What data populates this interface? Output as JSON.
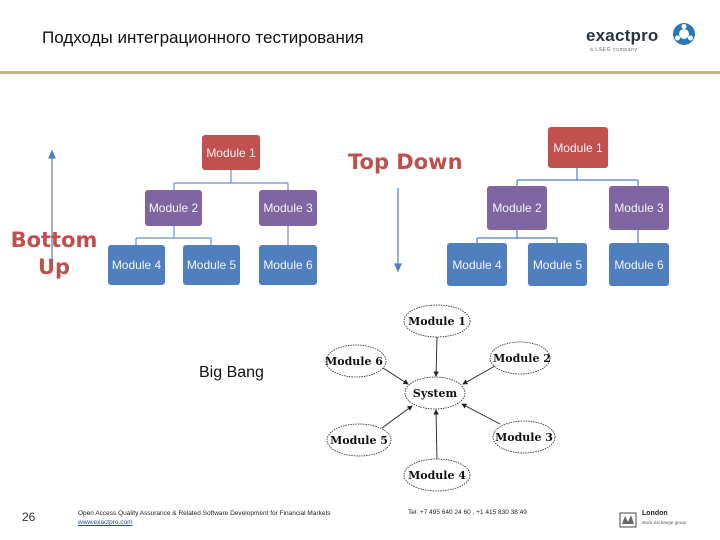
{
  "slide": {
    "title": "Подходы интеграционного тестирования",
    "page_number": "26"
  },
  "logo": {
    "name": "exactpro",
    "tagline": "a LSEG company"
  },
  "colors": {
    "accent_line": "#c9b08a",
    "label_red": "#c0504d",
    "box_red": "#c2504e",
    "box_purple": "#8065a3",
    "box_blue": "#4f7fbf"
  },
  "bottom_up": {
    "label_line1": "Bottom",
    "label_line2": "Up",
    "tree": {
      "m1": "Module 1",
      "m2": "Module 2",
      "m3": "Module 3",
      "m4": "Module 4",
      "m5": "Module 5",
      "m6": "Module 6"
    }
  },
  "top_down": {
    "label": "Top Down",
    "tree": {
      "m1": "Module 1",
      "m2": "Module 2",
      "m3": "Module 3",
      "m4": "Module 4",
      "m5": "Module 5",
      "m6": "Module 6"
    }
  },
  "big_bang": {
    "label": "Big Bang",
    "center": "System",
    "modules": [
      "Module 1",
      "Module 2",
      "Module 3",
      "Module 4",
      "Module 5",
      "Module 6"
    ]
  },
  "footer": {
    "line1": "Open Access Quality Assurance & Related Software Development for Financial Markets",
    "link": "www.exactpro.com",
    "tel": "Tel: +7 495 640 24 60 , +1 415 830 38 49",
    "lse_name": "London",
    "lse_sub": "stock exchange group"
  }
}
